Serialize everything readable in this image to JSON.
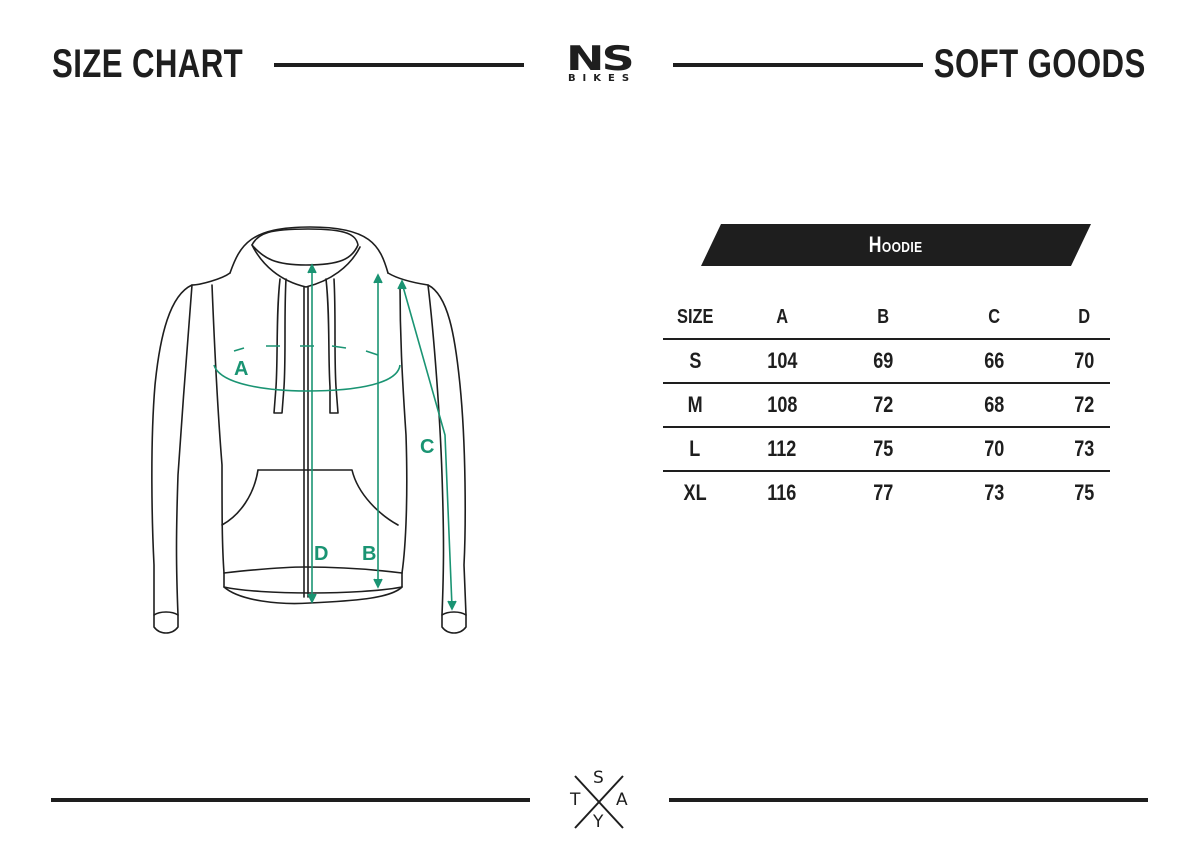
{
  "header": {
    "left_title": "SIZE CHART",
    "right_title": "SOFT GOODS",
    "logo": {
      "mark": "NS",
      "sub": "BIKES"
    }
  },
  "product": {
    "name": "Hoodie"
  },
  "diagram": {
    "labels": {
      "a": "A",
      "b": "B",
      "c": "C",
      "d": "D"
    },
    "accent_color": "#1a9473",
    "outline_color": "#1e1e1e"
  },
  "table": {
    "columns": [
      "SIZE",
      "A",
      "B",
      "C",
      "D"
    ],
    "rows": [
      {
        "size": "S",
        "a": "104",
        "b": "69",
        "c": "66",
        "d": "70"
      },
      {
        "size": "M",
        "a": "108",
        "b": "72",
        "c": "68",
        "d": "72"
      },
      {
        "size": "L",
        "a": "112",
        "b": "75",
        "c": "70",
        "d": "73"
      },
      {
        "size": "XL",
        "a": "116",
        "b": "77",
        "c": "73",
        "d": "75"
      }
    ]
  },
  "footer": {
    "emblem": {
      "top": "S",
      "left": "T",
      "right": "A",
      "bottom": "Y"
    }
  },
  "colors": {
    "ink": "#1e1e1e",
    "accent": "#1a9473",
    "background": "#ffffff"
  }
}
